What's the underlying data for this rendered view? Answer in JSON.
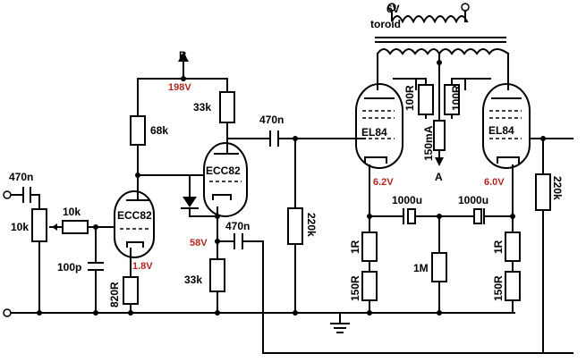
{
  "supply": {
    "node": "B",
    "voltage": "198V"
  },
  "transformer": {
    "voltage": "6V",
    "name": "toroid"
  },
  "output": {
    "label": "A",
    "current": "150mA"
  },
  "tubes": {
    "v1": "ECC82",
    "v2": "ECC82",
    "v3": "EL84",
    "v4": "EL84"
  },
  "voltages": {
    "v1_cathode": "1.8V",
    "v2_cathode": "58V",
    "v3_cathode": "6.2V",
    "v4_cathode": "6.0V"
  },
  "components": {
    "c_in": "470n",
    "pot": "10k",
    "r_grid": "10k",
    "c_100p": "100p",
    "r_820": "820R",
    "r_68k": "68k",
    "r_33k_top": "33k",
    "r_33k_bottom": "33k",
    "c_coupling": "470n",
    "c_feedback": "470n",
    "r_220k": "220k",
    "r_100r_left": "100R",
    "r_100r_right": "100R",
    "c_1000u_left": "1000u",
    "c_1000u_right": "1000u",
    "r_1r_left": "1R",
    "r_150r_left": "150R",
    "r_1m": "1M",
    "r_1r_right": "1R",
    "r_150r_right": "150R",
    "r_220k_right": "220k"
  },
  "colors": {
    "wire": "#000000",
    "voltage_text": "#b3261e"
  }
}
